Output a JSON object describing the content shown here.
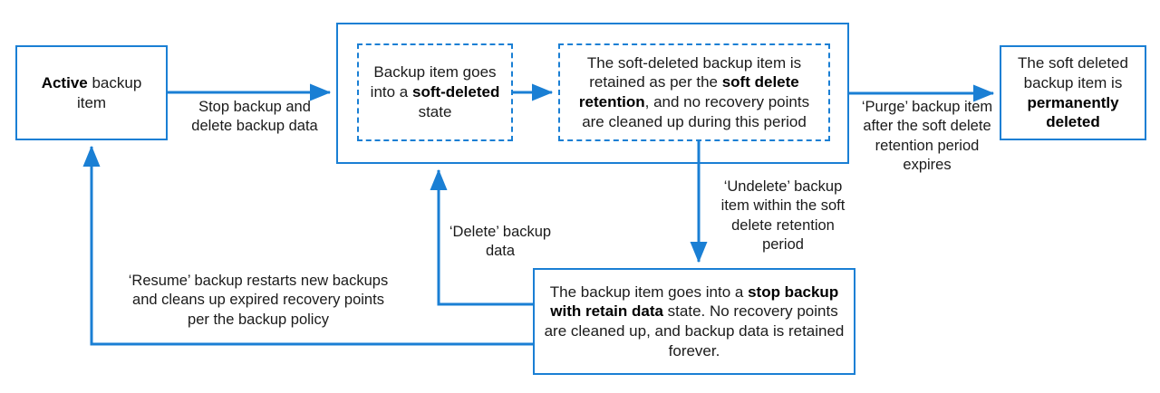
{
  "diagram": {
    "title": "Backup item soft delete lifecycle",
    "accent_color": "#1a7fd4",
    "text_color": "#1b1b1b",
    "background_color": "#ffffff"
  },
  "nodes": {
    "active": {
      "id": "active-backup-item",
      "style": "solid",
      "text_plain": "Active backup item",
      "text_html": "<b>Active</b> backup item"
    },
    "soft_deleted": {
      "id": "soft-deleted-state",
      "style": "dashed",
      "text_plain": "Backup item goes into a soft-deleted state",
      "text_html": "Backup item goes into a <b>soft-deleted</b> state"
    },
    "retention": {
      "id": "soft-delete-retention",
      "style": "dashed",
      "text_plain": "The soft-deleted backup item is retained as per the soft delete retention, and no recovery points are cleaned up during this period",
      "text_html": "The soft-deleted backup item is retained as per the <b>soft delete retention</b>, and no recovery points are cleaned up during this period"
    },
    "permanent": {
      "id": "permanently-deleted",
      "style": "solid",
      "text_plain": "The soft deleted backup item is permanently deleted",
      "text_html": "The soft deleted backup item is <b>permanently deleted</b>"
    },
    "retain_data": {
      "id": "stop-backup-with-retain-data",
      "style": "solid",
      "text_plain": "The backup item goes into a stop backup with retain data state. No recovery points are cleaned up, and backup data is retained forever.",
      "text_html": "The backup item goes into a <b>stop backup with retain data</b> state. No recovery points are cleaned up, and backup data is retained forever."
    },
    "soft_group": {
      "id": "soft-delete-group-container",
      "style": "solid",
      "text_plain": ""
    }
  },
  "edges": {
    "stop_backup": {
      "from": "active",
      "to": "soft_deleted",
      "label": "Stop backup and delete  backup data"
    },
    "soft_to_retention": {
      "from": "soft_deleted",
      "to": "retention",
      "label": ""
    },
    "purge": {
      "from": "soft_group",
      "to": "permanent",
      "label": "‘Purge’ backup item after the soft delete retention period expires"
    },
    "undelete": {
      "from": "retention",
      "to": "retain_data",
      "label": "‘Undelete’ backup item within the soft delete retention period"
    },
    "delete": {
      "from": "retain_data",
      "to": "soft_deleted",
      "label": "‘Delete’ backup data"
    },
    "resume": {
      "from": "retain_data",
      "to": "active",
      "label": "‘Resume’ backup restarts new backups and cleans up expired recovery points per the backup policy"
    }
  }
}
